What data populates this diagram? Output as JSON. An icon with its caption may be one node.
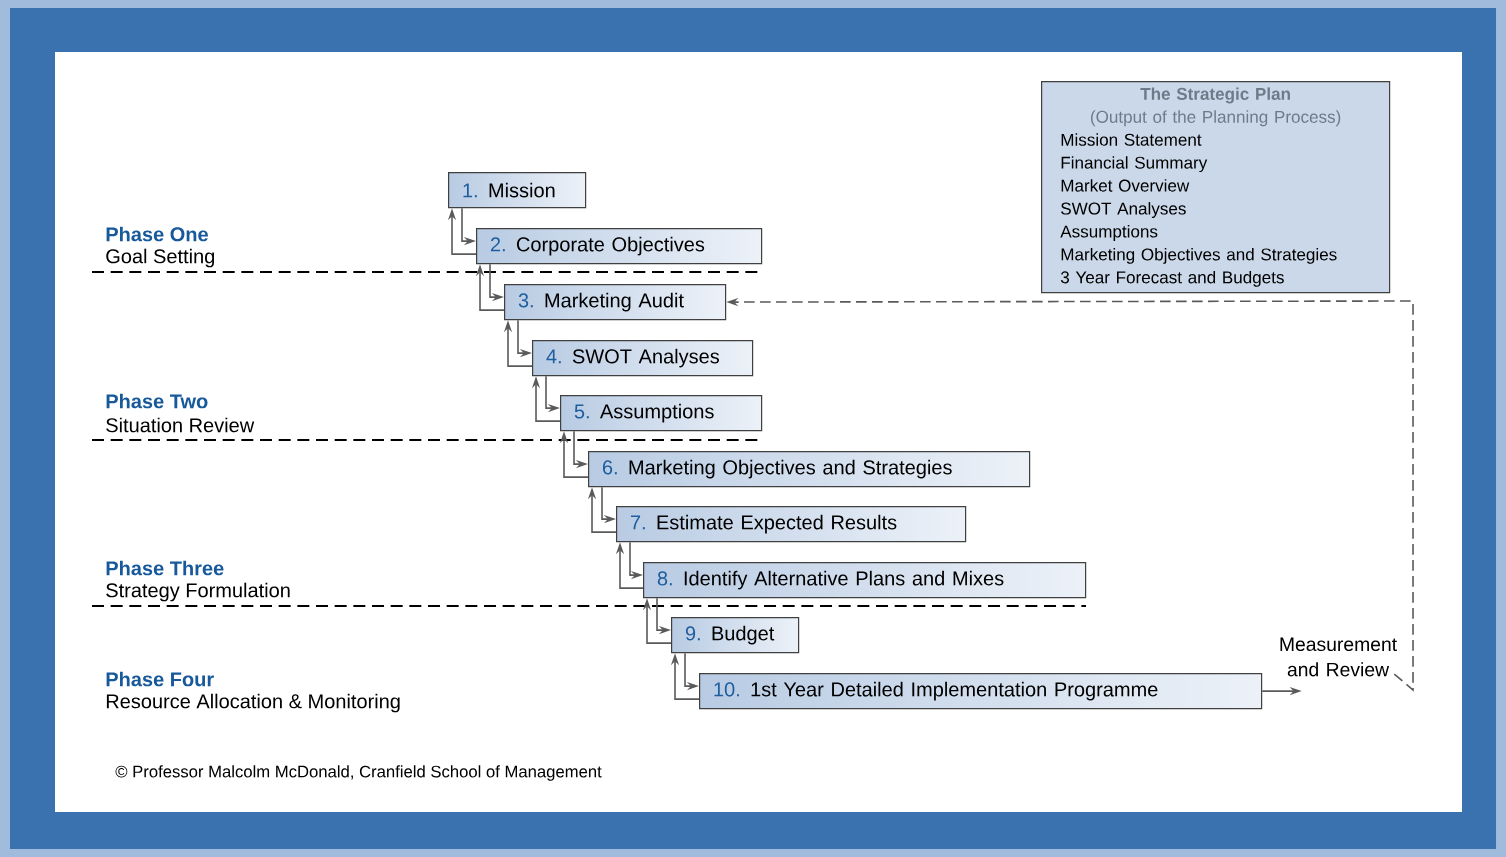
{
  "diagram": {
    "nodes": [
      {
        "text": [
          "1.",
          "Mission"
        ]
      },
      {
        "text": [
          "2.",
          "Corporate Objectives"
        ]
      },
      {
        "text": [
          "3.",
          "Marketing Audit"
        ]
      },
      {
        "text": [
          "4.",
          "SWOT Analyses"
        ]
      },
      {
        "text": [
          "5.",
          "Assumptions"
        ]
      },
      {
        "text": [
          "6.",
          "Marketing Objectives and Strategies"
        ]
      },
      {
        "text": [
          "7.",
          "Estimate Expected Results"
        ]
      },
      {
        "text": [
          "8.",
          "Identify Alternative Plans and Mixes"
        ]
      },
      {
        "text": [
          "9.",
          "Budget"
        ]
      },
      {
        "text": [
          "10.",
          "1st Year Detailed Implementation Programme"
        ]
      },
      {
        "text": [
          "The Strategic Plan",
          "(Output of the Planning Process)",
          "Mission Statement",
          "Financial Summary",
          "Market Overview",
          "SWOT Analyses",
          "Assumptions",
          "Marketing Objectives and Strategies",
          "3 Year Forecast and Budgets"
        ]
      },
      {
        "text": [
          "Measurement and Review"
        ]
      }
    ],
    "edges": [
      {
        "from": 0,
        "to": 1,
        "arrow": "to"
      },
      {
        "from": 1,
        "to": 0,
        "arrow": "to"
      },
      {
        "from": 1,
        "to": 2,
        "arrow": "to"
      },
      {
        "from": 2,
        "to": 1,
        "arrow": "to"
      },
      {
        "from": 2,
        "to": 3,
        "arrow": "to"
      },
      {
        "from": 3,
        "to": 2,
        "arrow": "to"
      },
      {
        "from": 3,
        "to": 4,
        "arrow": "to"
      },
      {
        "from": 4,
        "to": 3,
        "arrow": "to"
      },
      {
        "from": 4,
        "to": 5,
        "arrow": "to"
      },
      {
        "from": 5,
        "to": 4,
        "arrow": "to"
      },
      {
        "from": 5,
        "to": 6,
        "arrow": "to"
      },
      {
        "from": 6,
        "to": 5,
        "arrow": "to"
      },
      {
        "from": 6,
        "to": 7,
        "arrow": "to"
      },
      {
        "from": 7,
        "to": 6,
        "arrow": "to"
      },
      {
        "from": 7,
        "to": 8,
        "arrow": "to"
      },
      {
        "from": 8,
        "to": 7,
        "arrow": "to"
      },
      {
        "from": 8,
        "to": 9,
        "arrow": "to"
      },
      {
        "from": 9,
        "to": 8,
        "arrow": "to"
      },
      {
        "from": 9,
        "to": 11,
        "arrow": "to"
      },
      {
        "from": 11,
        "to": 2,
        "arrow": "to",
        "style": "dashed"
      }
    ],
    "labels": [
      "Phase One",
      "Goal Setting",
      "Phase Two",
      "Situation Review",
      "Phase Three",
      "Strategy Formulation",
      "Phase Four",
      "Resource Allocation & Monitoring",
      "© Professor Malcolm McDonald, Cranfield School of Management"
    ]
  }
}
